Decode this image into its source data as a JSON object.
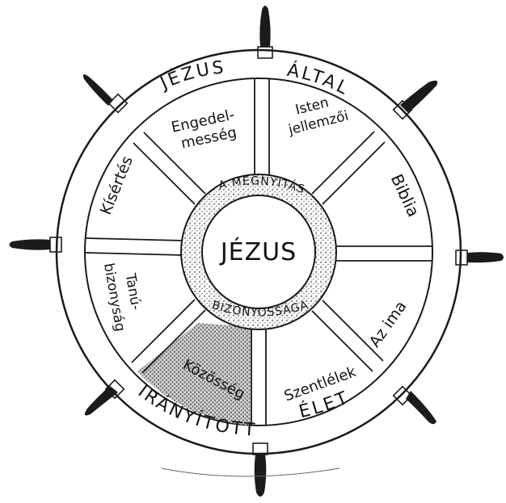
{
  "center": "JÉZUS",
  "rim_top": [
    "JÉZUS",
    "ÁLTAL"
  ],
  "rim_bottom": [
    "IRÁNYÍTOTT",
    "ÉLET"
  ],
  "hub_top": "A MEGNYITÁS",
  "hub_bottom": "BIZONYOSSÁGA",
  "segments": [
    [
      "Engedel-",
      "messég"
    ],
    [
      "Isten",
      "jellemzői"
    ],
    [
      "Biblia"
    ],
    [
      "Az ima"
    ],
    [
      "Szentlélek"
    ],
    [
      "Közösség"
    ],
    [
      "Tanú-",
      "bizonyság"
    ],
    [
      "Kísértés"
    ]
  ]
}
